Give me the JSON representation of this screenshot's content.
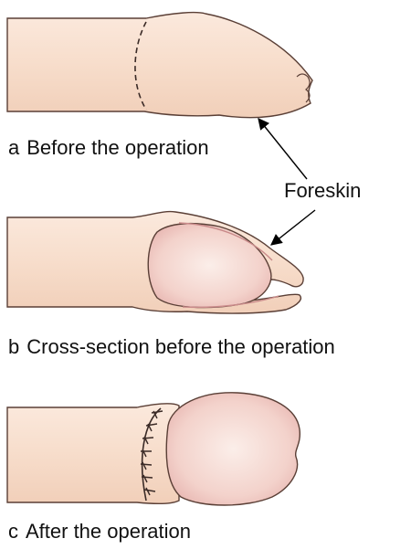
{
  "captions": {
    "a": {
      "letter": "a",
      "text": "Before the operation"
    },
    "b": {
      "letter": "b",
      "text": "Cross-section before the operation"
    },
    "c": {
      "letter": "c",
      "text": "After the operation"
    }
  },
  "callout": {
    "label": "Foreskin"
  },
  "colors": {
    "skin_fill": "#f6dccd",
    "glans_fill": "#f3cfc6",
    "outline": "#3a2a26",
    "inner_line": "#c98a8a",
    "arrow": "#000000"
  }
}
